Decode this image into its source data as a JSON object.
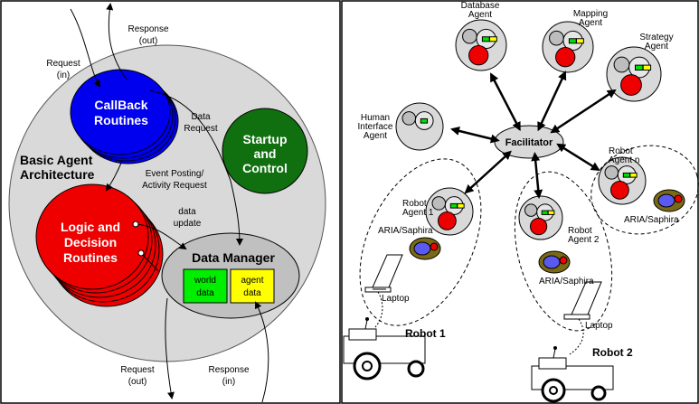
{
  "left": {
    "labels": {
      "request_in": "Request\n(in)",
      "response_out": "Response\n(out)",
      "callback": "CallBack\nRoutines",
      "data_request": "Data\nRequest",
      "startup": "Startup\nand\nControl",
      "basic_agent": "Basic Agent\nArchitecture",
      "event_posting": "Event Posting/\nActivity Request",
      "logic": "Logic and\nDecision\nRoutines",
      "data_update": "data\nupdate",
      "data_manager": "Data Manager",
      "world_data": "world\ndata",
      "agent_data": "agent\ndata",
      "request_out": "Request\n(out)",
      "response_in": "Response\n(in)"
    },
    "colors": {
      "callback": "#0000ee",
      "startup": "#107010",
      "logic": "#ee0000",
      "world": "#00ee00",
      "agent": "#ffff00",
      "outer": "#d9d9d9"
    }
  },
  "right": {
    "labels": {
      "database_agent": "Database\nAgent",
      "mapping_agent": "Mapping\nAgent",
      "strategy_agent": "Strategy\nAgent",
      "human_interface_agent": "Human\nInterface\nAgent",
      "facilitator": "Facilitator",
      "robot_agent_n": "Robot\nAgent n",
      "aria_n": "ARIA/Saphira",
      "robot_agent_1": "Robot\nAgent 1",
      "aria_1": "ARIA/Saphira",
      "robot_agent_2": "Robot\nAgent 2",
      "aria_2": "ARIA/Saphira",
      "laptop_1": "Laptop",
      "laptop_2": "Laptop",
      "robot_1": "Robot 1",
      "robot_2": "Robot 2"
    }
  }
}
